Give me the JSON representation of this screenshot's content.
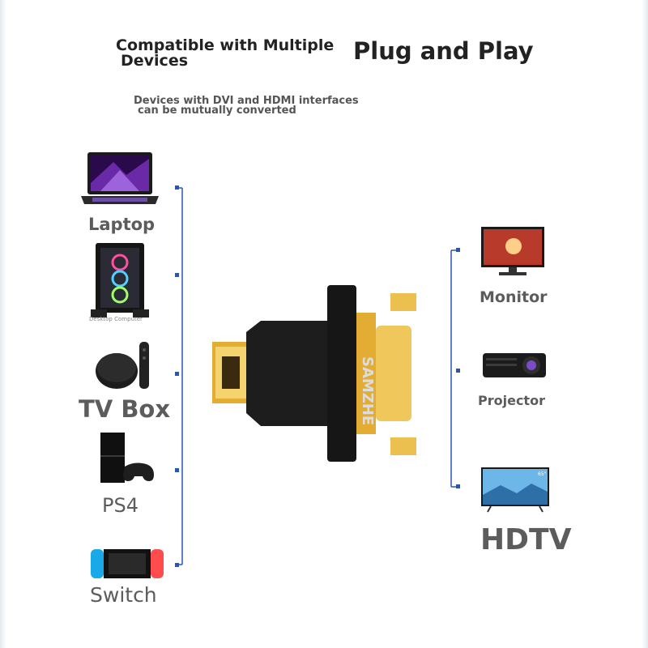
{
  "header": {
    "compat_line1": "Compatible with Multiple",
    "compat_line2": "Devices",
    "plug_play": "Plug and Play",
    "desc_line1": "Devices with DVI and HDMI interfaces",
    "desc_line2": "can be mutually converted"
  },
  "sources": {
    "laptop": "Laptop",
    "desktop": "Desktop Computer",
    "tvbox": "TV Box",
    "ps4": "PS4",
    "switch": "Switch"
  },
  "adapter": {
    "brand": "SAMZHE"
  },
  "outputs": {
    "monitor": "Monitor",
    "projector": "Projector",
    "hdtv": "HDTV",
    "tv_size_badge": "65\""
  },
  "colors": {
    "connector_line": "#2a55b5",
    "gold": "#e8b43a",
    "adapter_body": "#1c1c1c",
    "label_gray": "#5c5c5c"
  }
}
